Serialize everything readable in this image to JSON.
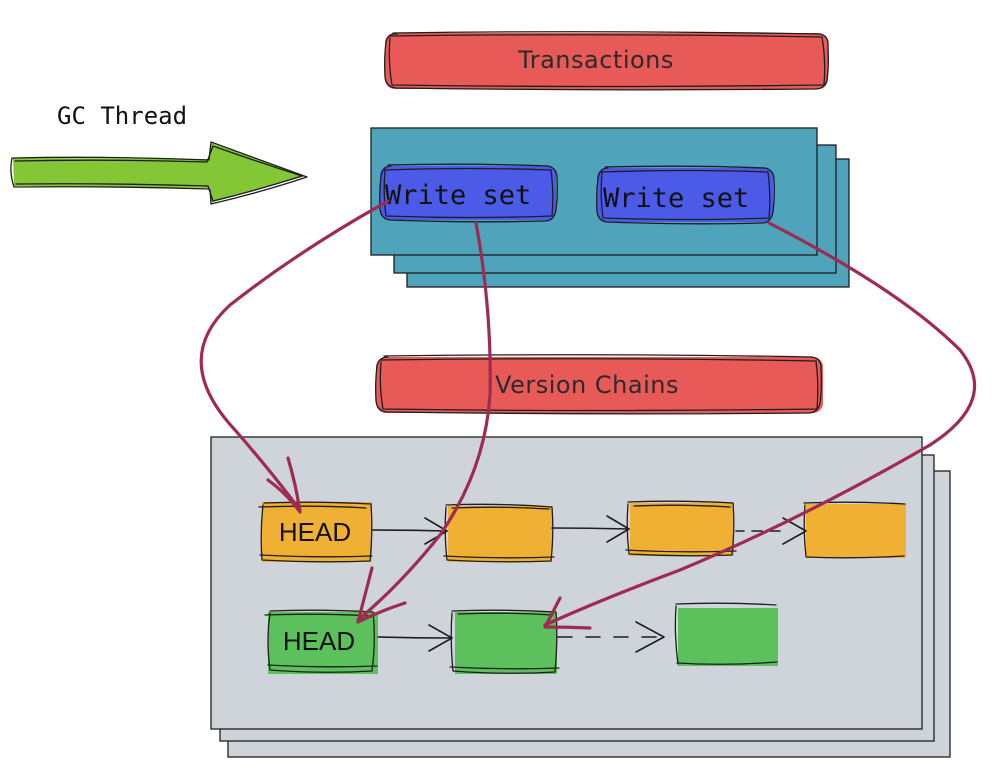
{
  "labels": {
    "gc_thread": "GC Thread",
    "transactions": "Transactions",
    "version_chains": "Version Chains",
    "write_set_1": "Write set",
    "write_set_2": "Write set",
    "head_1": "HEAD",
    "head_2": "HEAD"
  },
  "colors": {
    "transactions_bar": "#e85a57",
    "version_chains_bar": "#e85a57",
    "transaction_panel": "#4fa3bb",
    "write_set": "#4b5be8",
    "chain_panel": "#cfd3da",
    "orange_node": "#f0b033",
    "green_node": "#5cc05c",
    "gc_arrow": "#84c736",
    "pointer_arrow": "#9e2b51"
  },
  "icons": {
    "gc_arrow": "right-arrow-icon"
  }
}
